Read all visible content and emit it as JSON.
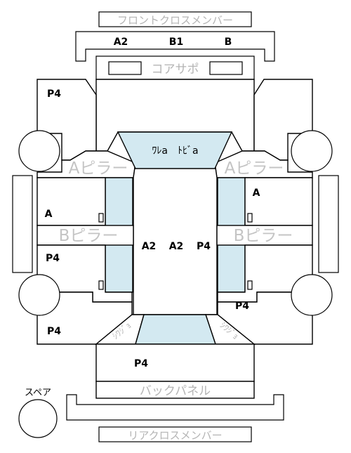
{
  "front_cross_member": "フロントクロスメンバー",
  "front_labels": [
    "A2",
    "B1",
    "B"
  ],
  "core_support": "コアサポ",
  "a_pillar_left": "Aピラー",
  "a_pillar_right": "Aピラー",
  "b_pillar_left": "Bピラー",
  "b_pillar_right": "Bピラー",
  "roof_front": "ﾜﾚa　ﾄﾋﾞa",
  "fender_front_left": "P4",
  "door_front_left": "A",
  "door_rear_left": "P4",
  "fender_rear_left": "P4",
  "door_front_right": "A",
  "fender_rear_right": "P4",
  "roof_labels": [
    "A2",
    "A2",
    "P4"
  ],
  "pillar_c_left": "ｼﾜｼﾞｮ",
  "pillar_c_right": "ｼﾜｼﾞｮ",
  "trunk": "P4",
  "back_panel": "バックパネル",
  "spare": "スペア",
  "rear_cross_member": "リアクロスメンバー"
}
